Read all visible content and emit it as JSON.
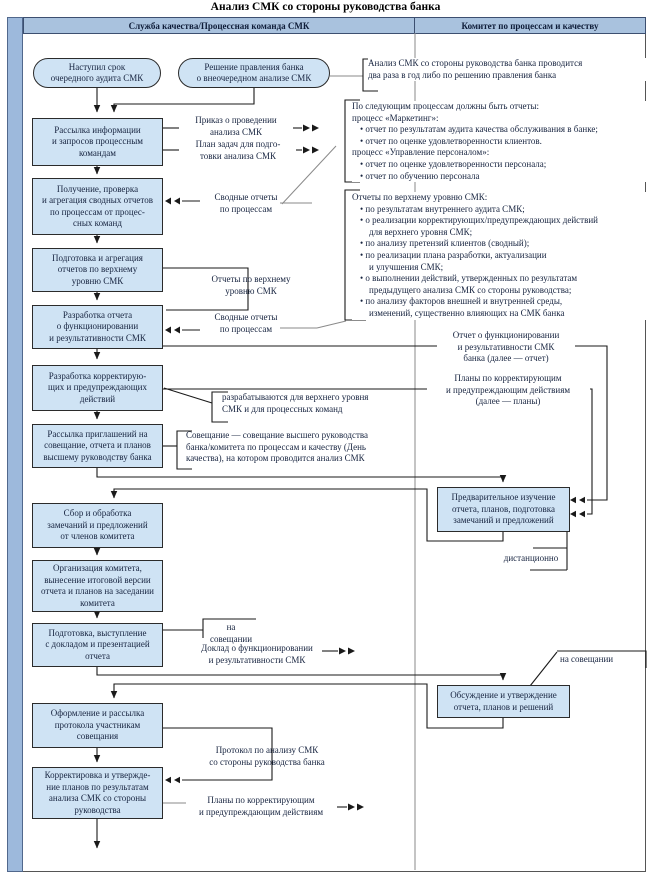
{
  "title": "Анализ СМК со стороны руководства банка",
  "header": {
    "col1": "Служба качества/Процессная команда СМК",
    "col2": "Комитет по процессам и качеству"
  },
  "start_events": {
    "audit_due": "Наступил срок\nочередного аудита СМК",
    "board_decision": "Решение правления банка\nо внеочередном анализе СМК"
  },
  "left_steps": [
    {
      "t": "Рассылка информации\nи запросов процессным\nкомандам"
    },
    {
      "t": "Получение, проверка\nи агрегация сводных отчетов\nпо процессам от процес-\nсных команд"
    },
    {
      "t": "Подготовка и агрегация\nотчетов по верхнему\nуровню СМК"
    },
    {
      "t": "Разработка отчета\nо функционировании\nи результативности СМК"
    },
    {
      "t": "Разработка корректирую-\nщих и предупреждающих\nдействий"
    },
    {
      "t": "Рассылка приглашений на\nсовещание, отчета и планов\nвысшему руководству банка"
    },
    {
      "t": "Сбор и обработка\nзамечаний и предложений\nот членов комитета"
    },
    {
      "t": "Организация комитета,\nвынесение итоговой версии\nотчета и планов на заседании\nкомитета"
    },
    {
      "t": "Подготовка, выступление\nс докладом и презентацией\nотчета"
    },
    {
      "t": "Оформление и рассылка\nпротокола участникам\nсовещания"
    },
    {
      "t": "Корректировка и утвержде-\nние планов по результатам\nанализа СМК со стороны\nруководства"
    }
  ],
  "right_steps": [
    {
      "t": "Предварительное изучение\nотчета, планов, подготовка\nзамечаний и предложений"
    },
    {
      "t": "Обсуждение и утверждение\nотчета, планов и решений"
    }
  ],
  "labels": {
    "prikaz": "Приказ о проведении\nанализа СМК",
    "plan_zadach": "План задач для подго-\nтовки анализа СМК",
    "svod1": "Сводные отчеты\nпо процессам",
    "otchety_verh": "Отчеты по верхнему\nуровню СМК",
    "svod2": "Сводные отчеты\nпо процессам",
    "otchet_r": "Отчет о функционировании\nи результативности СМК\nбанка (далее — отчет)",
    "plany_r": "Планы по корректирующим\nи предупреждающим действиям\n(далее — планы)",
    "distanc": "дистанционно",
    "na_sov_left": "на совещании",
    "doklad": "Доклад о функционировании\nи результативности СМК",
    "na_sov_right": "на совещании",
    "protokol": "Протокол по анализу СМК\nсо стороны руководства банка",
    "plany_fin": "Планы по корректирующим\nи предупреждающим действиям"
  },
  "annotations": {
    "n1": "Анализ СМК со стороны руководства банка проводится\nдва раза в год либо по решению правления банка",
    "a1": "разрабатываются для верхнего уровня\nСМК и для процессных команд",
    "a2": "Совещание — совещание высшего руководства\nбанка/комитета по процессам и качеству (День\nкачества), на котором проводится анализ СМК"
  },
  "notes": {
    "n2": [
      {
        "c": "nh",
        "t": "По следующим процессам должны быть отчеты:"
      },
      {
        "c": "nh",
        "t": "процесс «Маркетинг»:"
      },
      {
        "c": "nb",
        "t": "• отчет по результатам аудита качества обслуживания в банке;"
      },
      {
        "c": "nb",
        "t": "• отчет по оценке удовлетворенности клиентов."
      },
      {
        "c": "nh",
        "t": "процесс «Управление персоналом»:"
      },
      {
        "c": "nb",
        "t": "• отчет по оценке удовлетворенности персонала;"
      },
      {
        "c": "nb",
        "t": "• отчет по обучению персонала"
      }
    ],
    "n3": [
      {
        "c": "nh",
        "t": "Отчеты по верхнему уровню СМК:"
      },
      {
        "c": "nb",
        "t": "• по результатам внутреннего аудита СМК;"
      },
      {
        "c": "nb",
        "t": "• о реализации корректирующих/предупреждающих действий\nдля верхнего уровня СМК;"
      },
      {
        "c": "nb",
        "t": "• по анализу претензий клиентов (сводный);"
      },
      {
        "c": "nb",
        "t": "• по реализации плана разработки, актуализации\nи улучшения СМК;"
      },
      {
        "c": "nb",
        "t": "• о выполнении действий, утвержденных по результатам\nпредыдущего анализа СМК со стороны руководства;"
      },
      {
        "c": "nb",
        "t": "• по анализу факторов внешней и внутренней среды,\nизменений, существенно влияющих на СМК банка"
      }
    ]
  },
  "colors": {
    "box_fill": "#cfe3f4",
    "band_fill": "#a9c2de",
    "sidebar_fill": "#9db9dc",
    "line": "#1a1a1a",
    "gray_line": "#8a8a8a",
    "text": "#16233f"
  }
}
